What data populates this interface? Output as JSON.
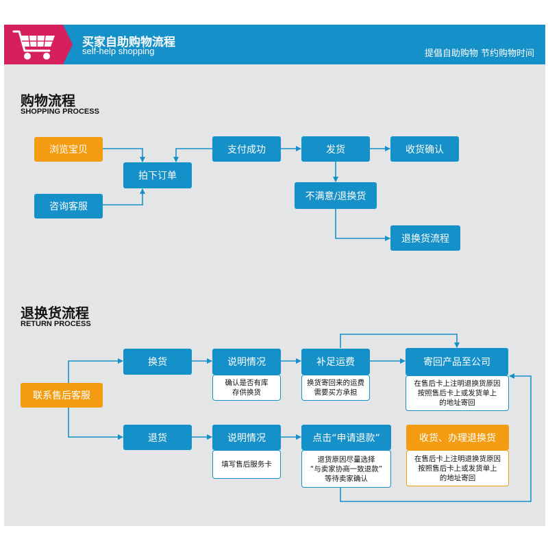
{
  "header": {
    "title_cn": "买家自助购物流程",
    "title_en": "self-help shopping",
    "slogan": "提倡自助购物  节约购物时间"
  },
  "shopping": {
    "title": "购物流程",
    "subtitle": "SHOPPING PROCESS",
    "nodes": {
      "browse": "浏览宝贝",
      "consult": "咨询客服",
      "order": "拍下订单",
      "pay": "支付成功",
      "ship": "发货",
      "confirm": "收货确认",
      "unsatisfied": "不满意/退换货",
      "return_flow": "退换货流程"
    }
  },
  "returns": {
    "title": "退换货流程",
    "subtitle": "RETURN PROCESS",
    "nodes": {
      "contact": "联系售后客服",
      "exchange": "换货",
      "explain1": "说明情况",
      "postage": "补足运费",
      "send_back": "寄回产品至公司",
      "refund": "退货",
      "explain2": "说明情况",
      "click_refund": "点击“申请退款”",
      "receive": "收货、办理退换货"
    },
    "notes": {
      "stock": [
        "确认是否有库",
        "存供换货"
      ],
      "shipping_cost": [
        "换货寄回来的运费",
        "需要买方承担"
      ],
      "address1": [
        "在售后卡上注明退换货原因",
        "按照售后卡上或发货单上",
        "的地址寄回"
      ],
      "form": [
        "填写售后服务卡"
      ],
      "reason": [
        "退货原因尽量选择",
        "“与卖家协商一致退款”",
        "等待卖家确认"
      ],
      "address2": [
        "在售后卡上注明退换货原因",
        "按照售后卡上或发货单上",
        "的地址寄回"
      ]
    }
  },
  "colors": {
    "blue": "#1590c9",
    "orange": "#f39c12",
    "background": "#e4e5e7",
    "badge": "#d6205e"
  }
}
